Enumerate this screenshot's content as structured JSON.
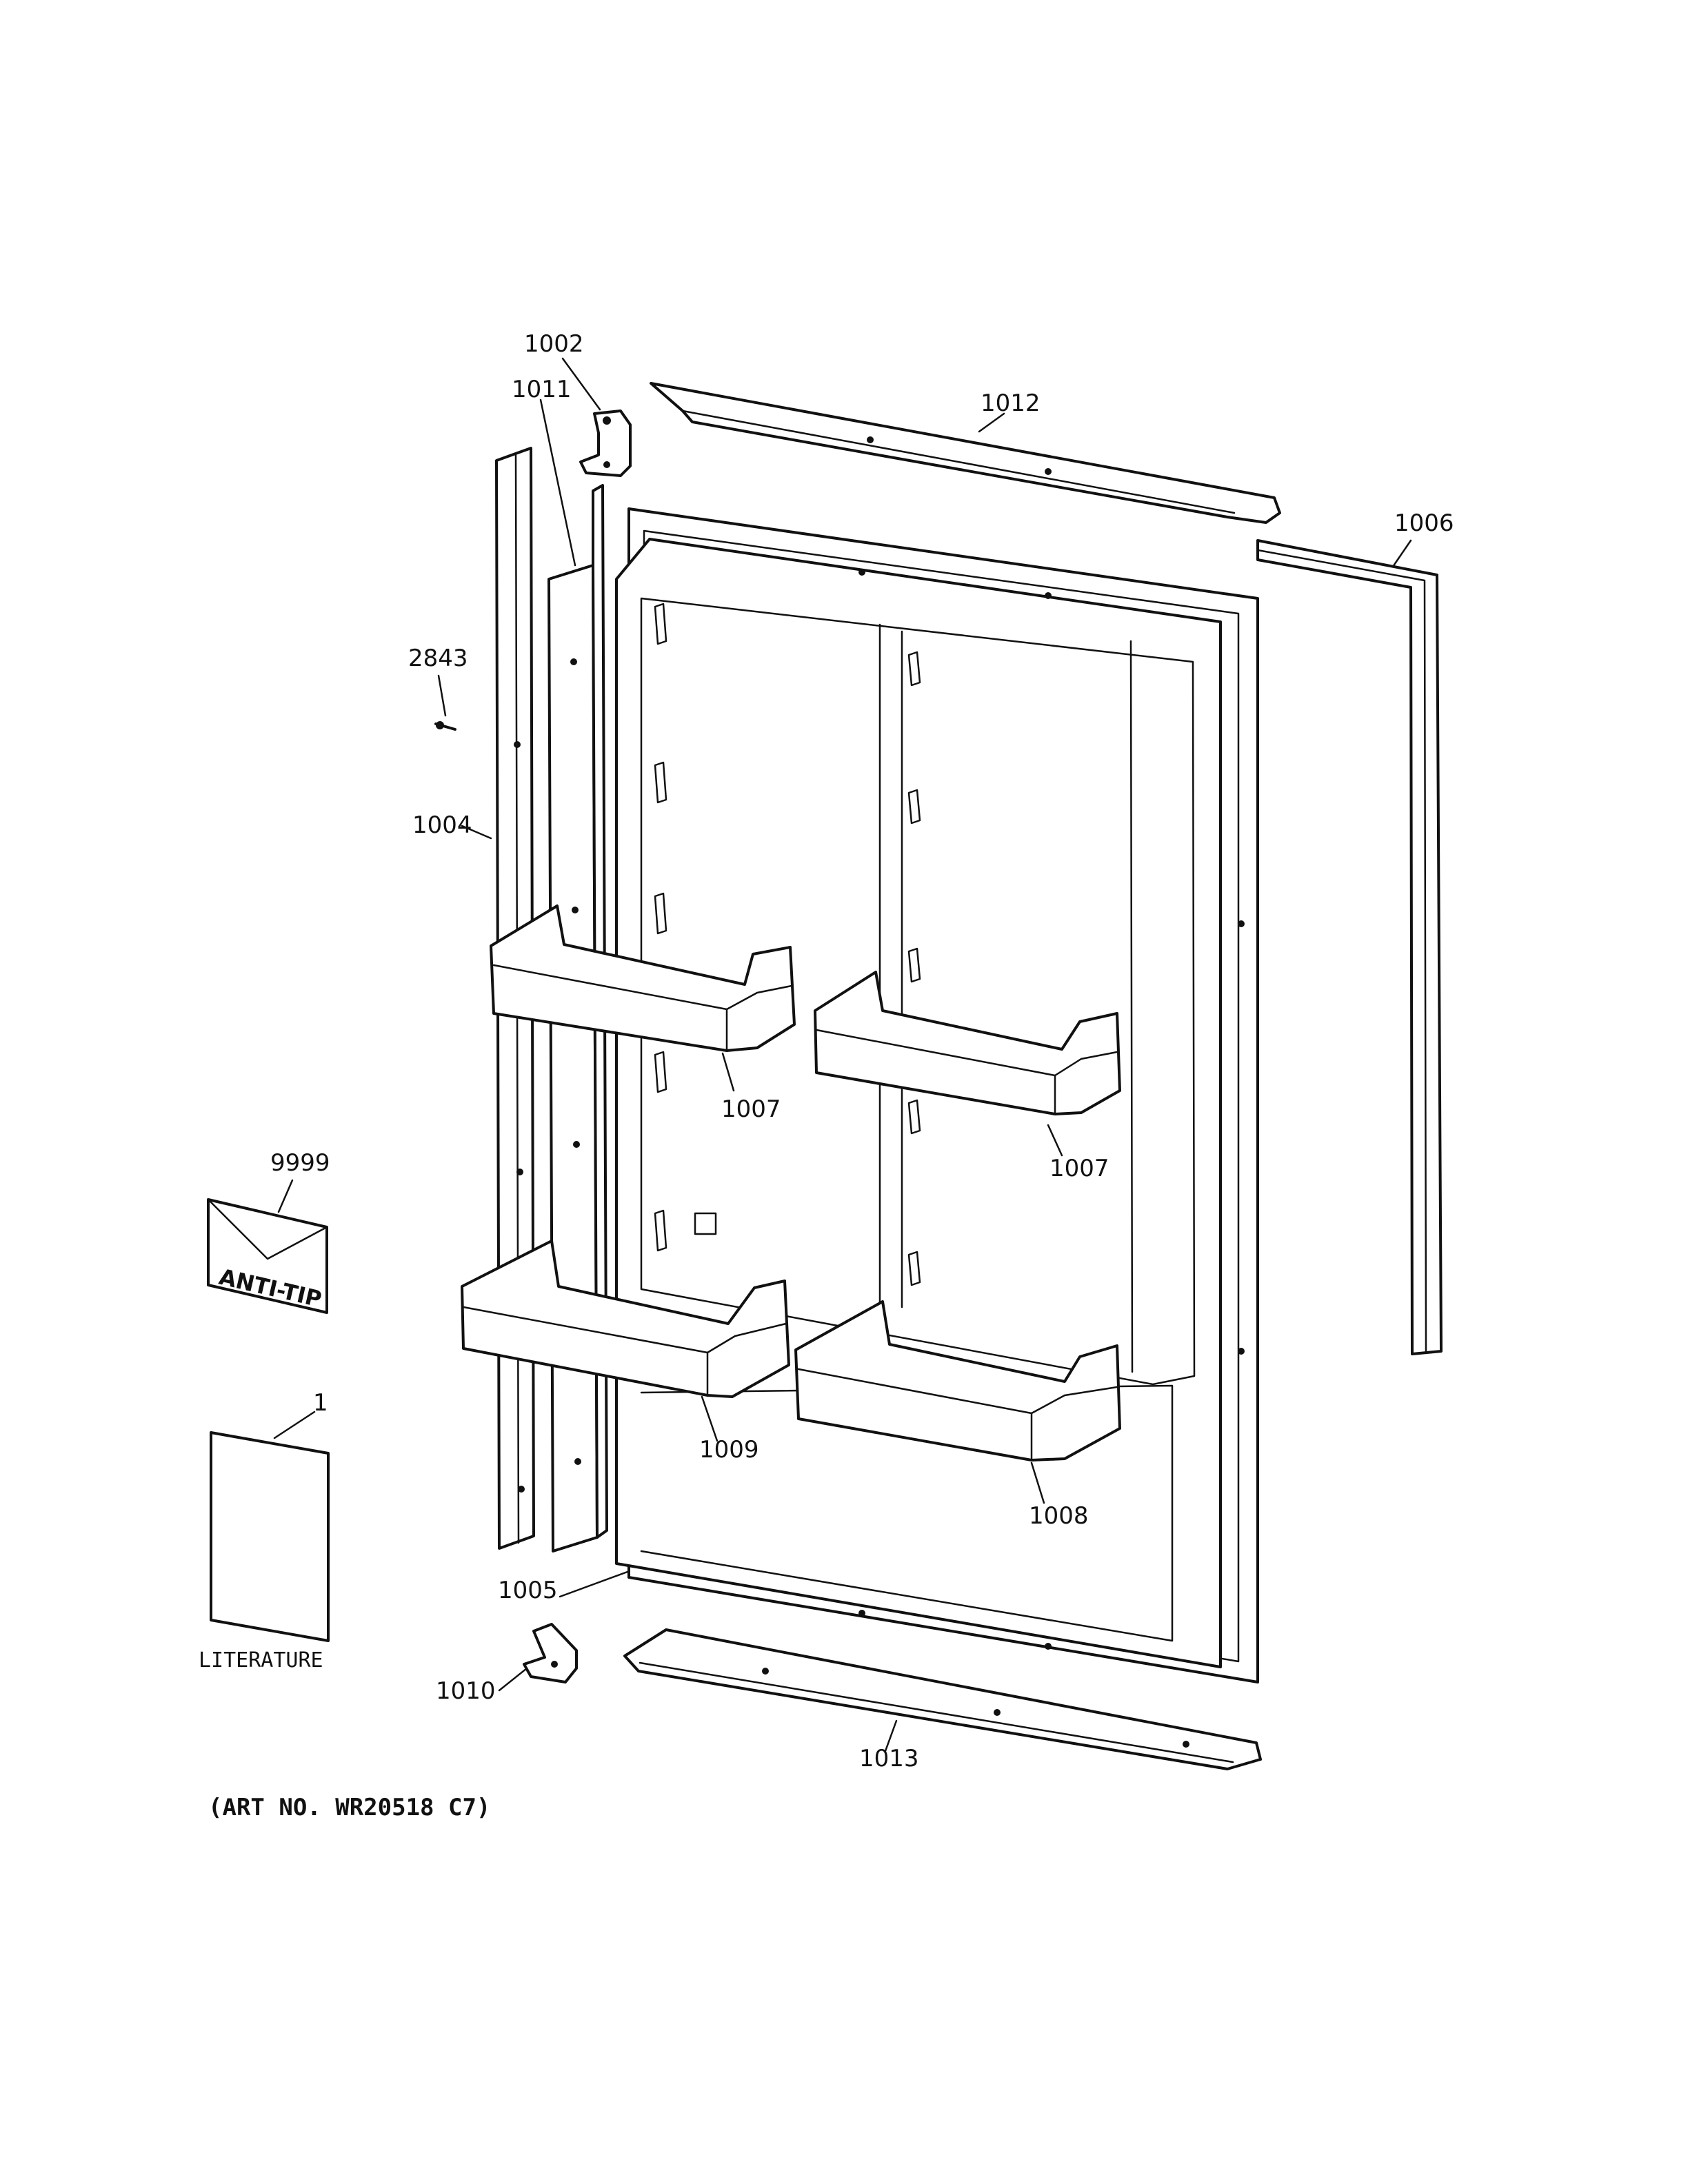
{
  "diagram": {
    "parts": [
      {
        "id": "p1002",
        "label": "1002"
      },
      {
        "id": "p1011",
        "label": "1011"
      },
      {
        "id": "p1012",
        "label": "1012"
      },
      {
        "id": "p1006",
        "label": "1006"
      },
      {
        "id": "p2843",
        "label": "2843"
      },
      {
        "id": "p1004",
        "label": "1004"
      },
      {
        "id": "p1007a",
        "label": "1007"
      },
      {
        "id": "p1007b",
        "label": "1007"
      },
      {
        "id": "p9999",
        "label": "9999"
      },
      {
        "id": "p1",
        "label": "1"
      },
      {
        "id": "p1009",
        "label": "1009"
      },
      {
        "id": "p1008",
        "label": "1008"
      },
      {
        "id": "p1005",
        "label": "1005"
      },
      {
        "id": "p1010",
        "label": "1010"
      },
      {
        "id": "p1013",
        "label": "1013"
      }
    ],
    "envelope_text": "ANTI-TIP",
    "literature_text": "LITERATURE",
    "art_number": "(ART NO. WR20518 C7)"
  }
}
